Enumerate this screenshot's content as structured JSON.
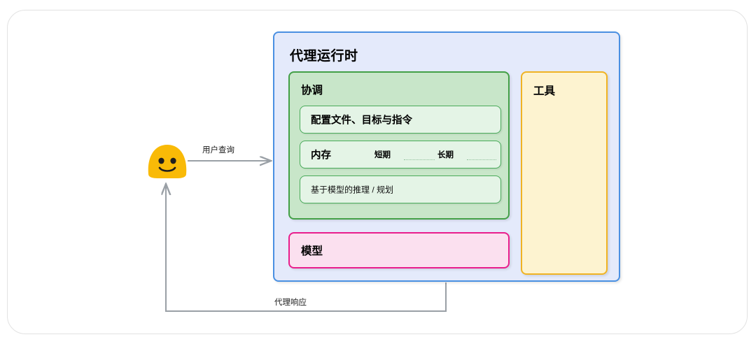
{
  "diagram": {
    "type": "architecture-block-diagram",
    "actor": {
      "name": "user-avatar",
      "icon": "smiley-face-icon"
    },
    "flows": [
      {
        "id": "query",
        "label": "用户查询",
        "from": "user",
        "to": "agent-runtime",
        "direction": "right"
      },
      {
        "id": "response",
        "label": "代理响应",
        "from": "agent-runtime",
        "to": "user",
        "direction": "left-up"
      }
    ],
    "runtime": {
      "title": "代理运行时",
      "colors": {
        "border": "#4a90e2",
        "background": "#e4eafb"
      },
      "coordination": {
        "title": "协调",
        "colors": {
          "border": "#43a047",
          "background": "#c8e6c9"
        },
        "cards": [
          {
            "id": "profile",
            "title": "配置文件、目标与指令",
            "emphasis": "bold"
          },
          {
            "id": "memory",
            "title": "内存",
            "emphasis": "bold",
            "chips": [
              {
                "label": "短期"
              },
              {
                "label": "长期"
              }
            ]
          },
          {
            "id": "reasoning",
            "title": "基于模型的推理 / 规划",
            "emphasis": "plain"
          }
        ]
      },
      "model": {
        "title": "模型",
        "colors": {
          "border": "#e91e8c",
          "background": "#fbe0ef"
        }
      },
      "tools": {
        "title": "工具",
        "colors": {
          "border": "#f0b323",
          "background": "#fdf3d0"
        }
      }
    }
  }
}
